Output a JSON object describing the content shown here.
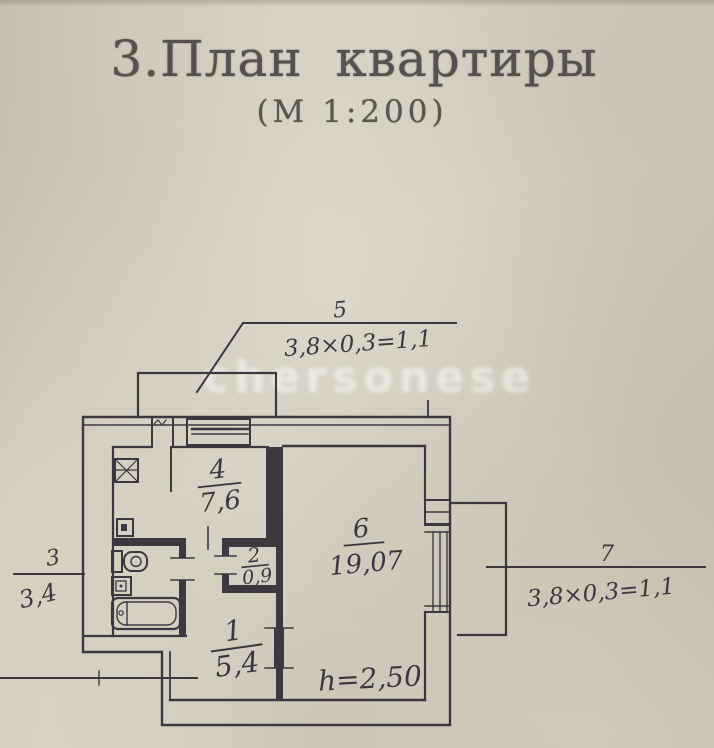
{
  "title": "3.План квартиры",
  "scale_note": "(М 1:200)",
  "watermark": "chersonese",
  "colors": {
    "paper": "#d7d0c1",
    "ink": "#3d3740",
    "title_ink": "#56504e"
  },
  "plan": {
    "height_note": "h=2,50",
    "rooms": {
      "hall": {
        "number": "1",
        "area": "5,4"
      },
      "closet": {
        "number": "2",
        "area": "0,9"
      },
      "bathroom": {
        "number": "3",
        "area": "3,4"
      },
      "kitchen": {
        "number": "4",
        "area": "7,6"
      },
      "balcony_top": {
        "number": "5",
        "dims": "3,8×0,3=1,1"
      },
      "living": {
        "number": "6",
        "area": "19,07"
      },
      "balcony_right": {
        "number": "7",
        "dims": "3,8×0,3=1,1"
      }
    }
  }
}
